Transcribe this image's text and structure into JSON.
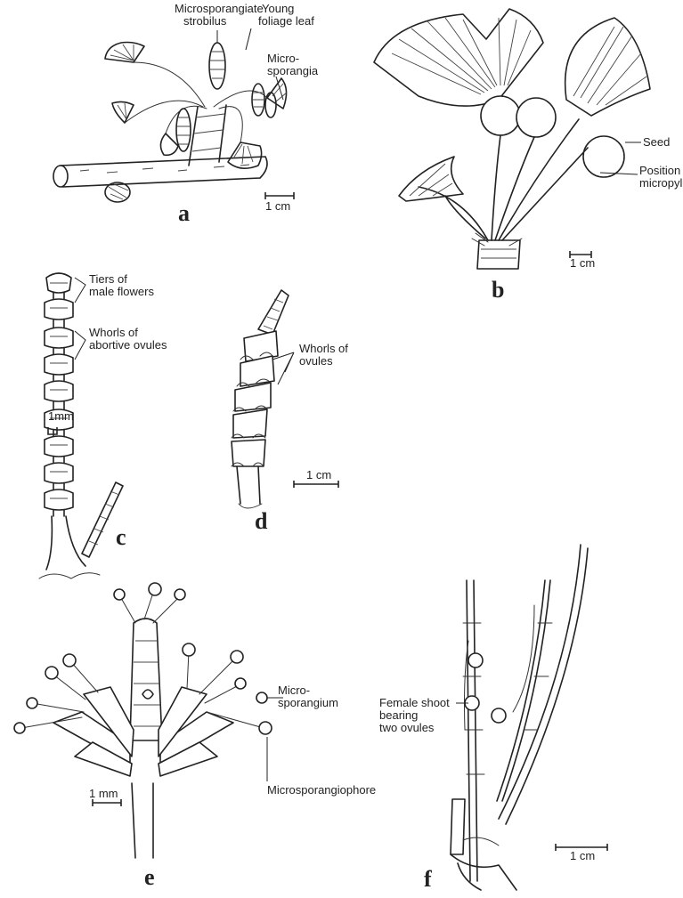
{
  "panels": {
    "a": {
      "letter": "a",
      "labels": {
        "strobilus": [
          "Microsporangiate",
          "strobilus"
        ],
        "foliage": [
          "Young",
          "foliage leaf"
        ],
        "sporangia": [
          "Micro-",
          "sporangia"
        ]
      },
      "scale": "1 cm"
    },
    "b": {
      "letter": "b",
      "labels": {
        "seed": "Seed",
        "micropyle": [
          "Position of",
          "micropyle"
        ]
      },
      "scale": "1 cm"
    },
    "c": {
      "letter": "c",
      "labels": {
        "male": [
          "Tiers of",
          "male flowers"
        ],
        "abortive": [
          "Whorls of",
          "abortive ovules"
        ]
      },
      "scale": "1mm"
    },
    "d": {
      "letter": "d",
      "labels": {
        "ovules": [
          "Whorls of",
          "ovules"
        ]
      },
      "scale": "1 cm"
    },
    "e": {
      "letter": "e",
      "labels": {
        "sporangium": [
          "Micro-",
          "sporangium"
        ],
        "phore": "Microsporangiophore"
      },
      "scale": "1 mm"
    },
    "f": {
      "letter": "f",
      "labels": {
        "female": [
          "Female shoot",
          "bearing",
          "two ovules"
        ]
      },
      "scale": "1 cm"
    }
  }
}
